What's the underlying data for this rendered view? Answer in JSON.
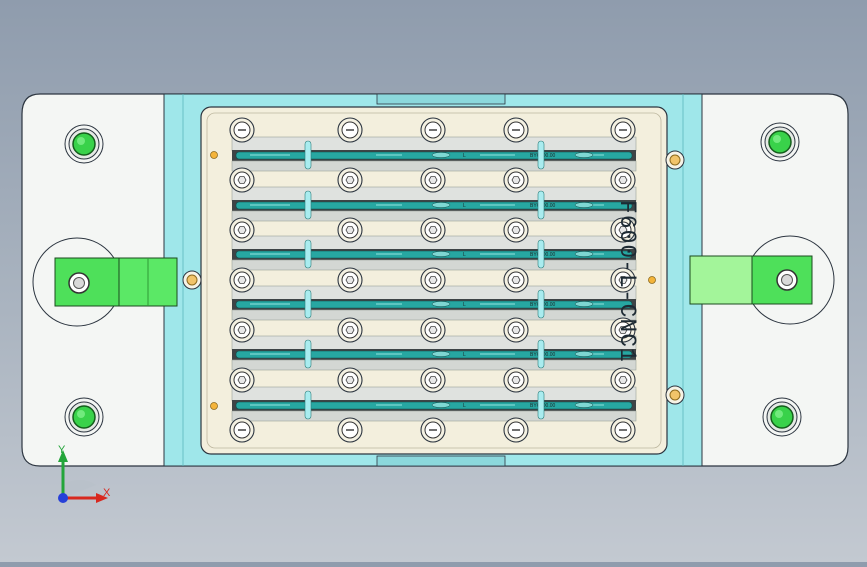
{
  "part_label": "F600-L-CNC1",
  "axes": {
    "x": "X",
    "y": "Y"
  },
  "strip_marks": {
    "code": "BYC-D0.00",
    "letter": "L"
  },
  "colors": {
    "background_top": "#8f9cad",
    "background_bottom": "#c3c9d1",
    "plate": "#f4f6f4",
    "cyan_body": "#9fe7ea",
    "cream_insert": "#f3efdd",
    "bolt_green": "#39d24a",
    "clamp_green": "#a3f59a",
    "strip_teal": "#27a7a2"
  },
  "icons": {
    "bolt": "counterbore-bolt-icon",
    "screw": "socket-screw-icon",
    "triad": "coordinate-triad-icon"
  }
}
